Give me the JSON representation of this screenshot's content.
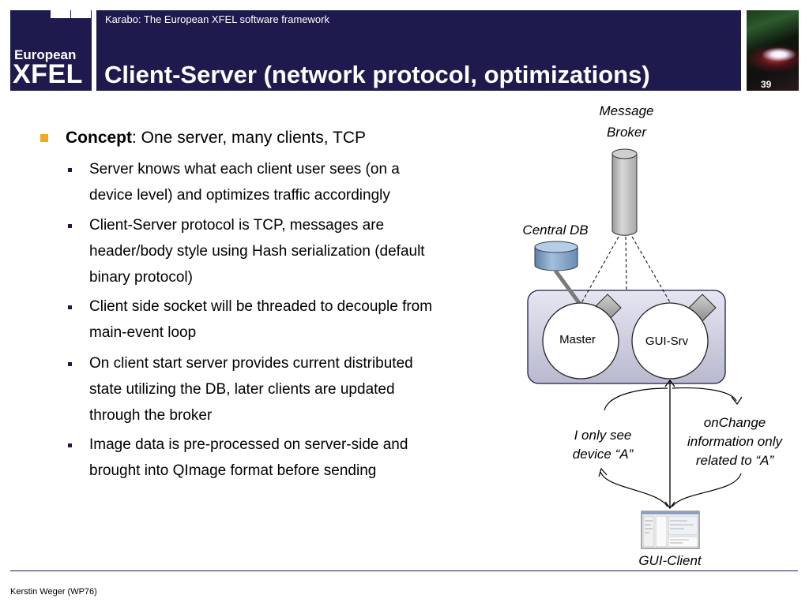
{
  "header": {
    "framework": "Karabo: The European XFEL software framework",
    "title": "Client-Server (network protocol, optimizations)",
    "page_number": "39",
    "logo": {
      "line1": "European",
      "line2": "XFEL"
    }
  },
  "content": {
    "bullet": {
      "term": "Concept",
      "text": ": One server, many clients, TCP"
    },
    "sub_bullets": [
      {
        "lines": [
          "Server knows what each client user sees (on a",
          "device level) and optimizes traffic accordingly"
        ]
      },
      {
        "lines": [
          "Client-Server protocol is TCP, messages are",
          "header/body style using Hash serialization (default",
          "binary protocol)"
        ]
      },
      {
        "lines": [
          "Client side socket will be threaded to decouple from",
          "main-event loop"
        ]
      },
      {
        "lines": [
          "On client start server provides current distributed",
          "state utilizing the DB, later clients are updated",
          "through the broker"
        ]
      },
      {
        "lines": [
          "Image data is pre-processed on server-side and",
          "brought into QImage format before sending"
        ]
      }
    ]
  },
  "diagram": {
    "message_broker": [
      "Message",
      "Broker"
    ],
    "central_db": "Central DB",
    "master": "Master",
    "gui_srv": "GUI-Srv",
    "left_note": [
      "I only see",
      "device “A”"
    ],
    "right_note": [
      "onChange",
      "information only",
      "related to “A”"
    ],
    "gui_client": "GUI-Client"
  },
  "footer": {
    "author": "Kerstin Weger (WP76)"
  },
  "colors": {
    "navy": "#1f1a4e",
    "bullet_orange": "#f5a623"
  }
}
